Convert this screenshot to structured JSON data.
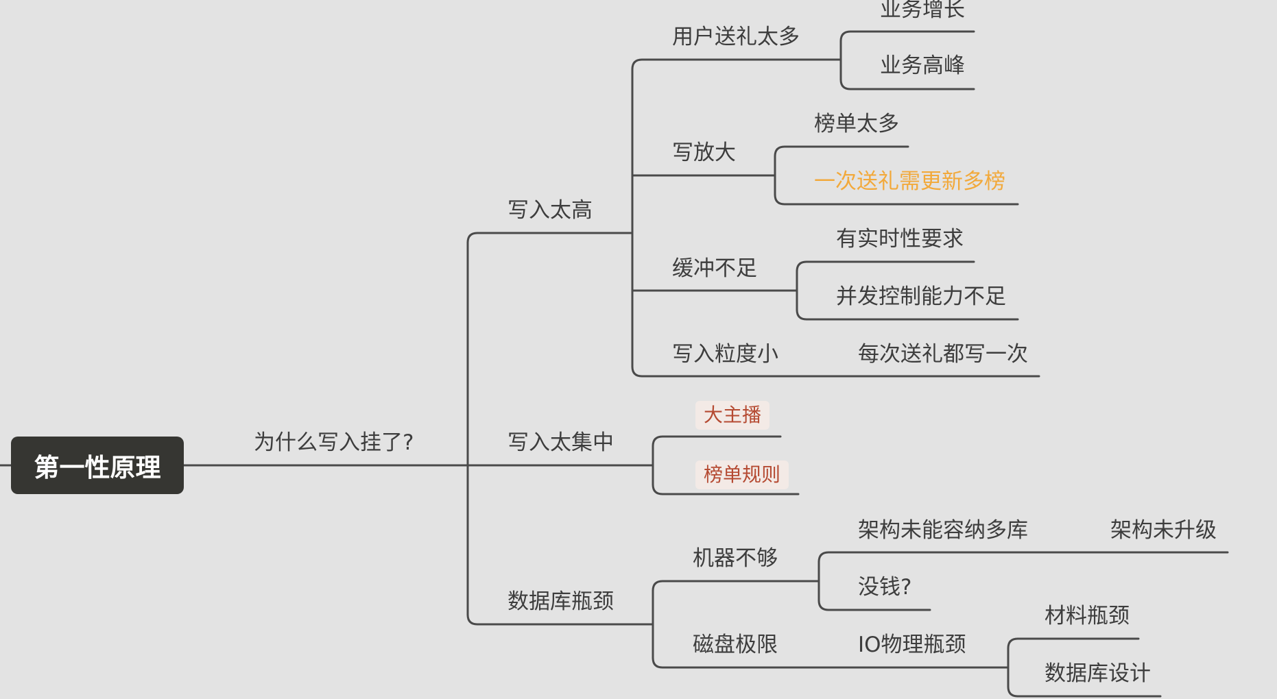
{
  "root": {
    "label": "第一性原理"
  },
  "nodes": {
    "n1": "为什么写入挂了?",
    "w1": "写入太高",
    "w1a": "用户送礼太多",
    "w1a1": "业务增长",
    "w1a2": "业务高峰",
    "w1b": "写放大",
    "w1b1": "榜单太多",
    "w1b2": "一次送礼需更新多榜",
    "w1c": "缓冲不足",
    "w1c1": "有实时性要求",
    "w1c2": "并发控制能力不足",
    "w1d": "写入粒度小",
    "w1d1": "每次送礼都写一次",
    "w2": "写入太集中",
    "w2a": "大主播",
    "w2b": "榜单规则",
    "w3": "数据库瓶颈",
    "w3a": "机器不够",
    "w3a1": "架构未能容纳多库",
    "w3a1a": "架构未升级",
    "w3a2": "没钱?",
    "w3b": "磁盘极限",
    "w3b1": "IO物理瓶颈",
    "w3b1a": "材料瓶颈",
    "w3b1b": "数据库设计"
  },
  "colors": {
    "line": "#4a4a4a",
    "highlight": "#f2a93b",
    "tag_text": "#b54a32",
    "root_bg": "#363632"
  }
}
